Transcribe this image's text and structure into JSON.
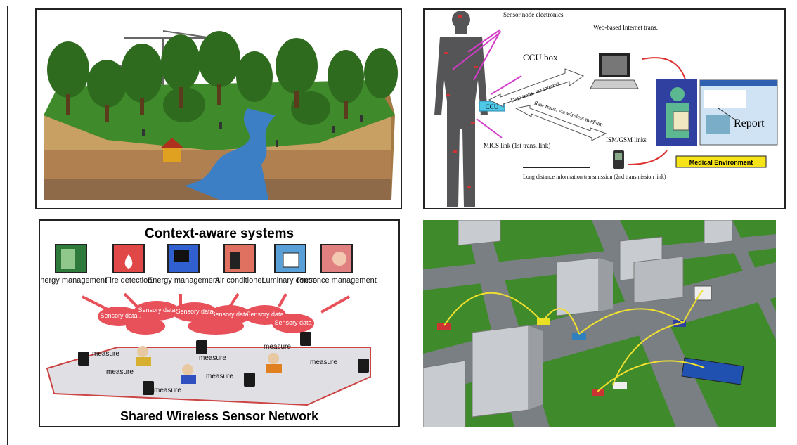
{
  "panel_medical": {
    "sensor_node": "Sensor node electronics",
    "ccu_box": "CCU box",
    "ccu": "CCU",
    "web_based": "Web-based Internet trans.",
    "data_trans_internet": "Data trans. via internet",
    "raw_trans_wireless": "Raw trans. via wireless medium",
    "ism_gsm": "ISM/GSM links",
    "mics_link": "MICS link (1st trans. link)",
    "long_distance": "Long distance information transmission (2nd transmission link)",
    "report": "Report",
    "medical_env": "Medical Environment"
  },
  "panel_context": {
    "title": "Context-aware systems",
    "icons": [
      {
        "label": "Energy management"
      },
      {
        "label": "Fire detection"
      },
      {
        "label": "Energy management"
      },
      {
        "label": "Air conditioner"
      },
      {
        "label": "Luminary control"
      },
      {
        "label": "Presence management"
      }
    ],
    "sensory": "Sensory data",
    "measure": "measure",
    "footer": "Shared Wireless Sensor Network"
  },
  "colors": {
    "grass": "#3f8a2a",
    "soil": "#c9a064",
    "water": "#3d7fc4",
    "cloud": "#e8505a",
    "road": "#7a7f84",
    "body": "#555558"
  }
}
